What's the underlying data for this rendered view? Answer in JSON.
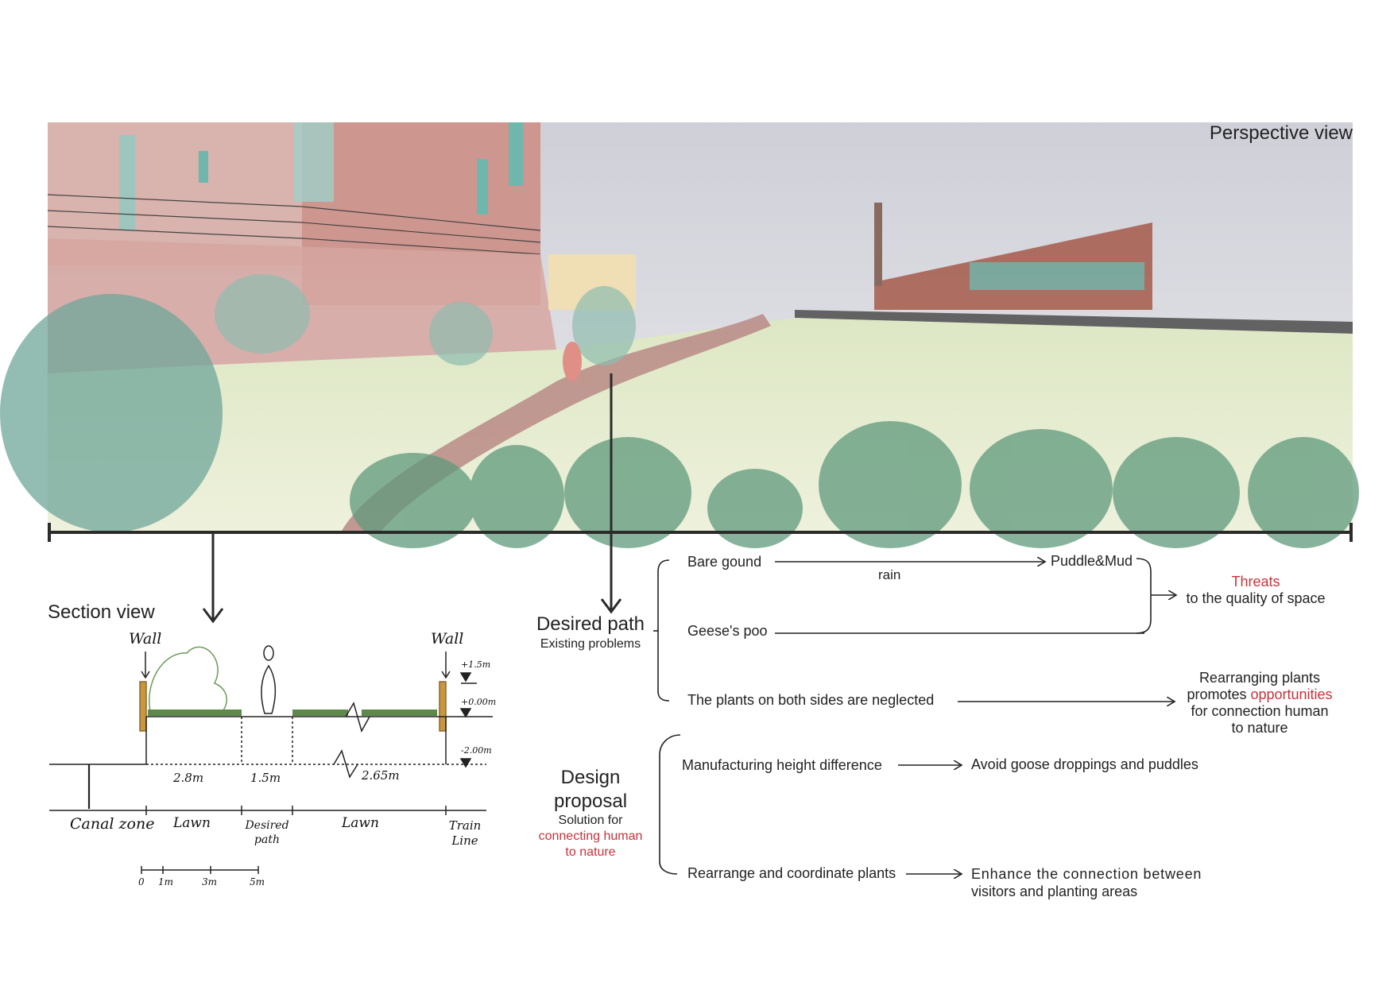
{
  "perspective": {
    "title": "Perspective view"
  },
  "section": {
    "title": "Section view",
    "wall_left": "Wall",
    "wall_right": "Wall",
    "level_top": "+1.5m",
    "level_zero": "+0.00m",
    "level_low": "-2.00m",
    "dims": [
      "2.8m",
      "1.5m",
      "2.65m"
    ],
    "zones": [
      "Canal zone",
      "Lawn",
      "Desired path",
      "Lawn",
      "Train Line"
    ],
    "scale": [
      "0",
      "1m",
      "3m",
      "5m"
    ]
  },
  "desired_path": {
    "title": "Desired path",
    "subtitle": "Existing problems",
    "items": {
      "bare_ground": "Bare gound",
      "rain": "rain",
      "puddle": "Puddle&Mud",
      "geese": "Geese's poo",
      "plants": "The plants on both sides are neglected"
    },
    "threats": {
      "highlight": "Threats",
      "rest": "to the quality of space"
    },
    "opportunities": {
      "line1": "Rearranging plants",
      "line2_pre": "promotes ",
      "line2_highlight": "opportunities",
      "line3": "for connection human",
      "line4": "to nature"
    }
  },
  "design": {
    "title_line1": "Design",
    "title_line2": "proposal",
    "subtitle": "Solution for",
    "highlight_line1": "connecting human",
    "highlight_line2": "to nature",
    "items": [
      {
        "action": "Manufacturing height difference",
        "result": "Avoid goose droppings and puddles"
      },
      {
        "action": "Rearrange and coordinate plants",
        "result_line1": "Enhance the connection between",
        "result_line2": "visitors and planting areas"
      }
    ]
  },
  "colors": {
    "accent_red": "#c8323c",
    "ink": "#222222",
    "grass": "#5d8a4a",
    "wall": "#c9973f"
  }
}
